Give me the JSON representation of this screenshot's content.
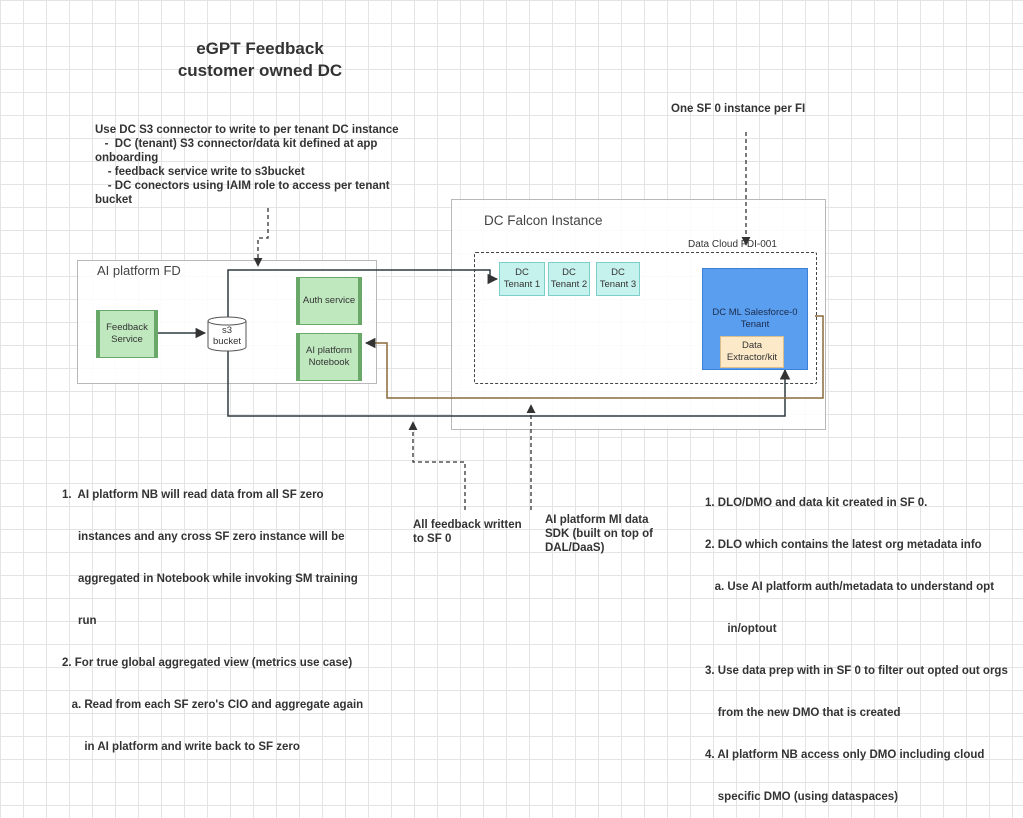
{
  "title_line1": "eGPT Feedback",
  "title_line2": "customer owned DC",
  "note_top": {
    "line1": "Use DC S3 connector to write to per tenant DC instance",
    "line2": "   -  DC (tenant) S3 connector/data kit defined at app",
    "line3": "onboarding",
    "line4": "    - feedback service write to s3bucket",
    "line5": "    - DC conectors using IAIM role to access per tenant",
    "line6": "bucket"
  },
  "note_sf0": "One SF 0 instance per FI",
  "ai_platform_fd": {
    "label": "AI platform FD",
    "feedback_service": "Feedback Service",
    "s3_bucket": "s3 bucket",
    "auth_service": "Auth service",
    "ai_platform_notebook": "AI platform Notebook"
  },
  "dc_falcon": {
    "label": "DC Falcon Instance",
    "data_cloud_label": "Data Cloud FDI-001",
    "tenants": [
      "DC Tenant 1",
      "DC Tenant 2",
      "DC Tenant 3"
    ],
    "ml_tenant": "DC ML Salesforce-0 Tenant",
    "data_extractor": "Data Extractor/kit"
  },
  "note_left": {
    "item1_a": "1.  AI platform NB will read data from all SF zero",
    "item1_b": "     instances and any cross SF zero instance will be",
    "item1_c": "     aggregated in Notebook while invoking SM training",
    "item1_d": "     run",
    "item2_a": "2. For true global aggregated view (metrics use case)",
    "item2_b": "   a. Read from each SF zero's CIO and aggregate again",
    "item2_c": "       in AI platform and write back to SF zero"
  },
  "note_feedback": {
    "line1": "All feedback written",
    "line2": "to SF 0"
  },
  "note_sdk": {
    "line1": "AI platform Ml data",
    "line2": "SDK (built on top of",
    "line3": "DAL/DaaS)"
  },
  "note_right": {
    "line1": "1. DLO/DMO and data kit created in SF 0.",
    "line2": "2. DLO which contains the latest org metadata info",
    "line3": "   a. Use AI platform auth/metadata to understand opt",
    "line4": "       in/optout",
    "line5": "3. Use data prep with in SF 0 to filter out opted out orgs",
    "line6": "    from the new DMO that is created",
    "line7": "4. AI platform NB access only DMO including cloud",
    "line8": "    specific DMO (using dataspaces)"
  }
}
